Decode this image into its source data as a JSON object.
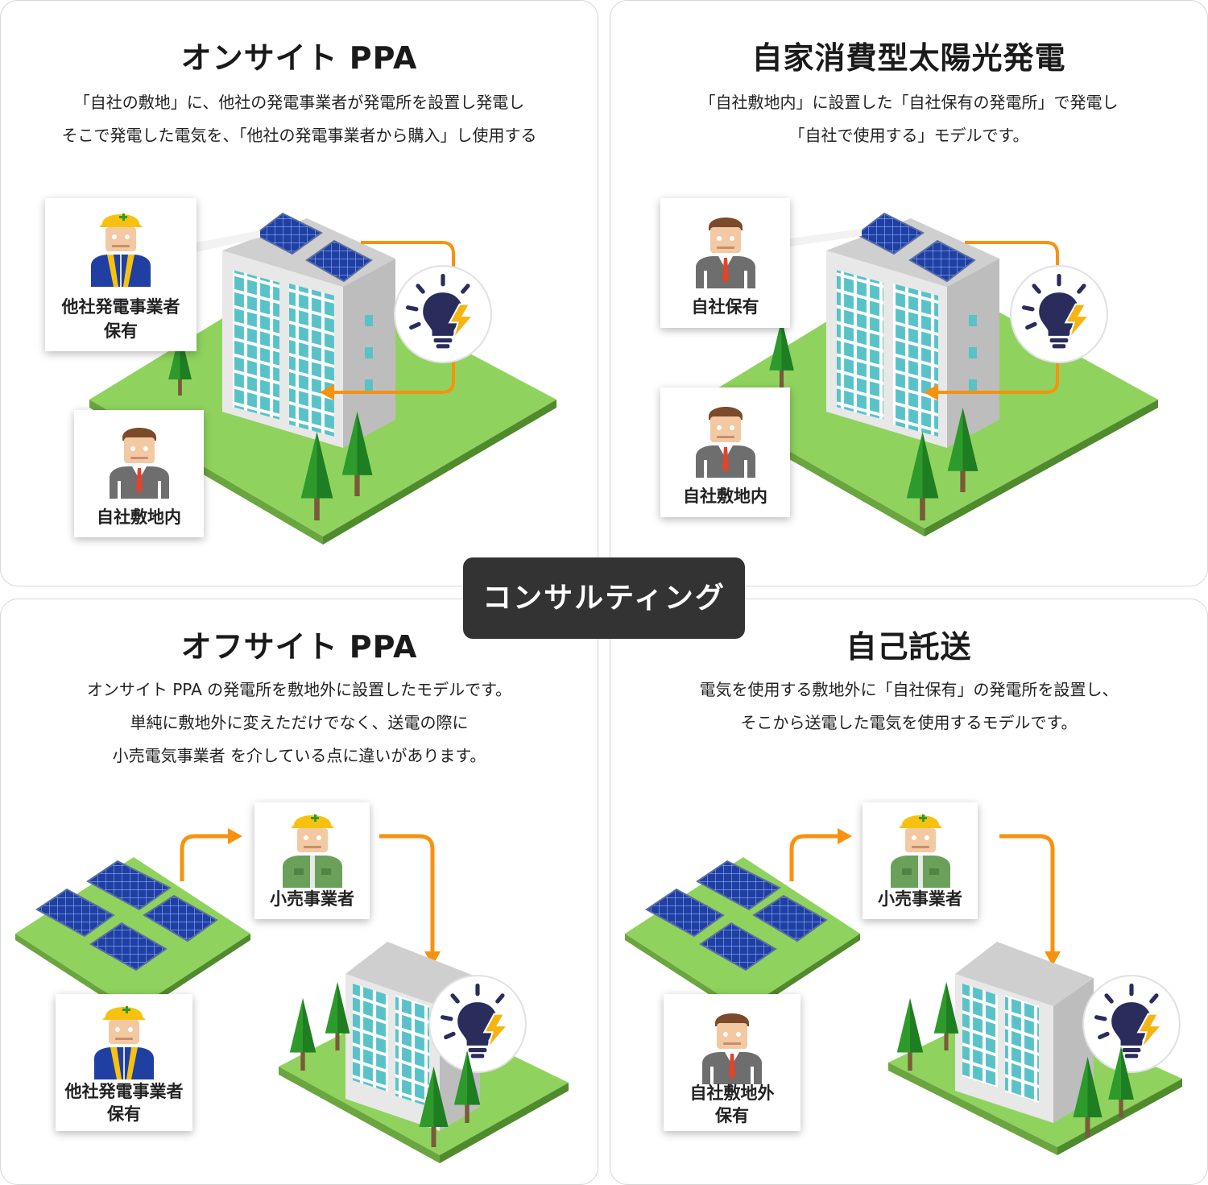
{
  "colors": {
    "arrow": "#f7920f",
    "grass": "#8fd35e",
    "grass_dark": "#2e9a2c",
    "building_glass": "#59c2c9",
    "building_wall": "#d9d9d9",
    "panel_blue": "#1f3fa3",
    "bulb_navy": "#2a2c5c",
    "bolt": "#f7b310",
    "badge_bg": "#333333"
  },
  "center_badge": {
    "label": "コンサルティング"
  },
  "panels": {
    "onsite": {
      "title": "オンサイト PPA",
      "desc": [
        "「自社の敷地」に、他社の発電事業者が発電所を設置し発電し",
        "そこで発電した電気を、「他社の発電事業者から購入」し使用する"
      ],
      "card_owner": [
        "他社発電事業者",
        "保有"
      ],
      "card_site": [
        "自社敷地内"
      ]
    },
    "self": {
      "title": "自家消費型太陽光発電",
      "desc": [
        "「自社敷地内」に設置した「自社保有の発電所」で発電し",
        "「自社で使用する」モデルです。"
      ],
      "card_owner": [
        "自社保有"
      ],
      "card_site": [
        "自社敷地内"
      ]
    },
    "offsite": {
      "title": "オフサイト PPA",
      "desc": [
        "オンサイト PPA の発電所を敷地外に設置したモデルです。",
        "単純に敷地外に変えただけでなく、送電の際に",
        "小売電気事業者 を介している点に違いがあります。"
      ],
      "card_retailer": [
        "小売事業者"
      ],
      "card_owner": [
        "他社発電事業者",
        "保有"
      ]
    },
    "wheeling": {
      "title": "自己託送",
      "desc": [
        "電気を使用する敷地外に「自社保有」の発電所を設置し、",
        "そこから送電した電気を使用するモデルです。"
      ],
      "card_retailer": [
        "小売事業者"
      ],
      "card_owner": [
        "自社敷地外",
        "保有"
      ]
    }
  },
  "icons": [
    "worker-helmet-icon",
    "businessman-icon",
    "retailer-worker-icon",
    "lightbulb-bolt-icon",
    "solar-panel-icon",
    "tree-icon",
    "building-icon"
  ]
}
